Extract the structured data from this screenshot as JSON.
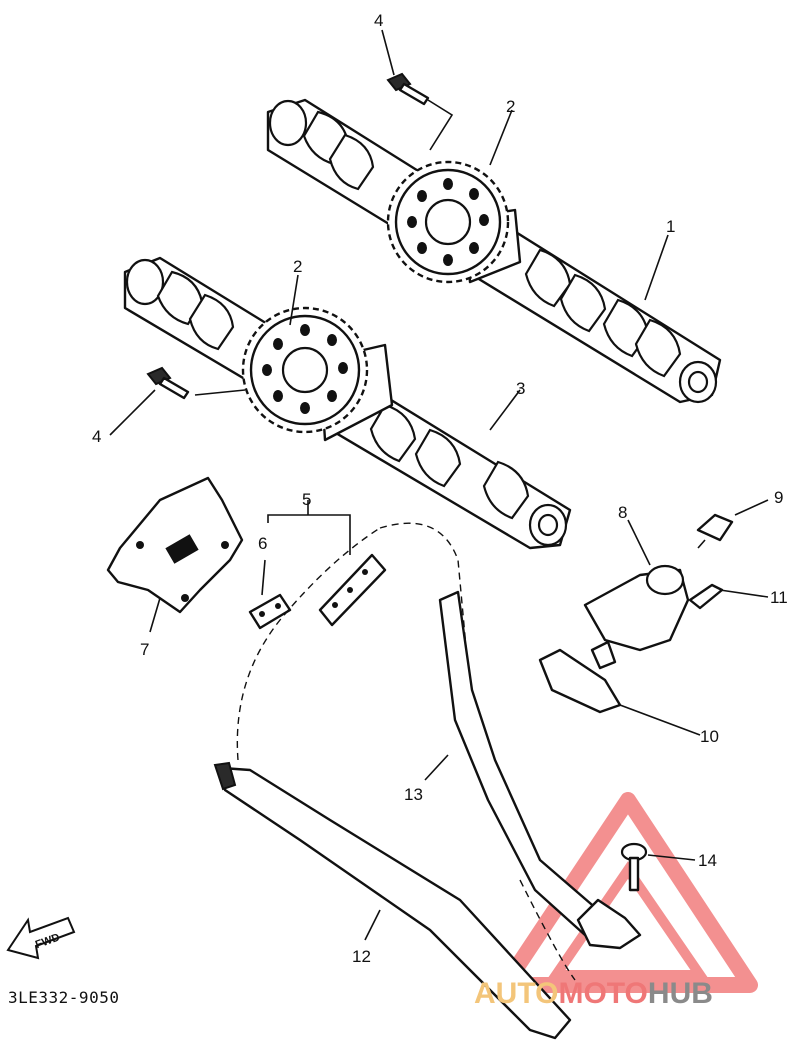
{
  "diagram_code": "3LE332-9050",
  "direction_label": "FWD",
  "callouts": {
    "c1": "1",
    "c2a": "2",
    "c2b": "2",
    "c3": "3",
    "c4a": "4",
    "c4b": "4",
    "c5": "5",
    "c6": "6",
    "c7": "7",
    "c8": "8",
    "c9": "9",
    "c10": "10",
    "c11": "11",
    "c12": "12",
    "c13": "13",
    "c14": "14"
  },
  "watermark": {
    "part1": "AUTO",
    "part2": "MOTO",
    "part3": "HUB",
    "colors": {
      "part1": "#f3c57a",
      "part2": "#ef7777",
      "part3": "#8a8a8a",
      "triangle": "#ef6b6b"
    }
  }
}
